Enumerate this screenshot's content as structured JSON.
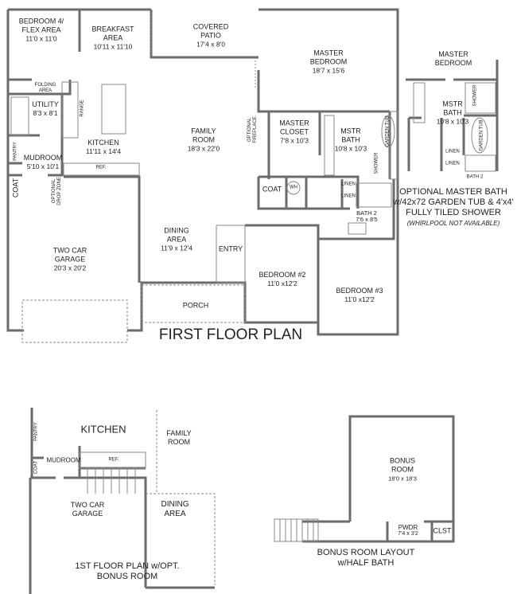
{
  "first_floor": {
    "title": "FIRST FLOOR PLAN",
    "rooms": {
      "bedroom4": {
        "name": "BEDROOM 4/\nFLEX AREA",
        "dim": "11'0 x 11'0"
      },
      "breakfast": {
        "name": "BREAKFAST\nAREA",
        "dim": "10'11 x 11'10"
      },
      "patio": {
        "name": "COVERED\nPATIO",
        "dim": "17'4 x 8'0"
      },
      "master_bedroom": {
        "name": "MASTER\nBEDROOM",
        "dim": "18'7 x 15'6"
      },
      "utility": {
        "name": "UTILITY",
        "dim": "8'3 x 8'1"
      },
      "folding": {
        "name": "FOLDING\nAREA"
      },
      "range": {
        "name": "RANGE"
      },
      "kitchen": {
        "name": "KITCHEN",
        "dim": "11'11 x 14'4"
      },
      "family": {
        "name": "FAMILY\nROOM",
        "dim": "18'3 x 22'0"
      },
      "fireplace": {
        "name": "OPTIONAL\nFIREPLACE"
      },
      "master_closet": {
        "name": "MASTER\nCLOSET",
        "dim": "7'8 x 10'3"
      },
      "mstr_bath": {
        "name": "MSTR\nBATH",
        "dim": "10'8 x 10'3"
      },
      "garden_tub": {
        "name": "GARDEN TUB"
      },
      "shower": {
        "name": "SHOWER"
      },
      "pantry": {
        "name": "PANTRY"
      },
      "mudroom": {
        "name": "MUDROOM",
        "dim": "5'10 x 10'1"
      },
      "ref": {
        "name": "REF."
      },
      "coat_left": {
        "name": "COAT"
      },
      "drop_zone": {
        "name": "OPTIONAL\nDROP ZONE"
      },
      "coat_right": {
        "name": "COAT"
      },
      "wh": {
        "name": "WH"
      },
      "linen1": {
        "name": "LINEN"
      },
      "linen2": {
        "name": "LINEN"
      },
      "bath2": {
        "name": "BATH 2",
        "dim": "7'6 x 8'5"
      },
      "garage": {
        "name": "TWO CAR\nGARAGE",
        "dim": "20'3 x 20'2"
      },
      "dining": {
        "name": "DINING\nAREA",
        "dim": "11'9 x 12'4"
      },
      "entry": {
        "name": "ENTRY"
      },
      "bedroom2": {
        "name": "BEDROOM #2",
        "dim": "11'0 x12'2"
      },
      "bedroom3": {
        "name": "BEDROOM #3",
        "dim": "11'0 x12'2"
      },
      "porch": {
        "name": "PORCH"
      }
    }
  },
  "optional_master_bath": {
    "master_bedroom": "MASTER\nBEDROOM",
    "mstr_bath": {
      "name": "MSTR\nBATH",
      "dim": "10'8 x 10'3"
    },
    "shower": "SHOWER",
    "garden_tub": "GARDEN TUB",
    "linen1": "LINEN",
    "linen2": "LINEN",
    "bath2": "BATH 2",
    "caption": [
      "OPTIONAL MASTER BATH",
      "w/42x72 GARDEN TUB & 4'x4'",
      "FULLY TILED SHOWER"
    ],
    "note": "(WHIRLPOOL NOT AVAILABLE)"
  },
  "bonus_option_plan": {
    "kitchen": "KITCHEN",
    "family": "FAMILY\nROOM",
    "pantry": "PANTRY",
    "mudroom": "MUDROOM",
    "coat": "COAT",
    "ref": "REF.",
    "garage": "TWO CAR\nGARAGE",
    "dining": "DINING\nAREA",
    "title": [
      "1ST FLOOR PLAN w/OPT.",
      "BONUS ROOM"
    ]
  },
  "bonus_layout": {
    "bonus": {
      "name": "BONUS\nROOM",
      "dim": "18'0 x 18'3"
    },
    "pwdr": {
      "name": "PWDR",
      "dim": "7'4 x 3'2"
    },
    "clst": "CLST",
    "title": [
      "BONUS ROOM LAYOUT",
      "w/HALF BATH"
    ]
  },
  "colors": {
    "wall": "#6b6b6b",
    "line": "#888888",
    "text": "#222222"
  }
}
